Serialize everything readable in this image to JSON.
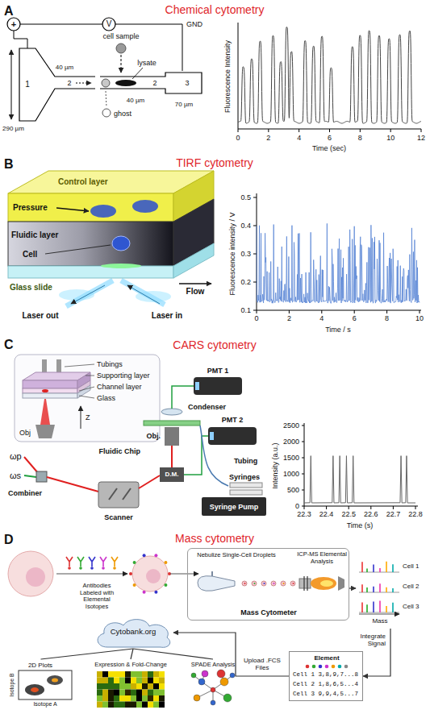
{
  "diagram": {
    "nodes": [
      {
        "text": [
          "Nebulize Single-Cell Droplets",
          "ICP-MS Elemental Analysis",
          "Mass Cytometer"
        ]
      },
      {
        "text": [
          "Cell 1",
          "Cell 2",
          "Cell 3",
          "Mass"
        ]
      },
      {
        "text": [
          "Element",
          "Cell 1 3,8,9,7...8",
          "Cell 2 1,8,6,5...4",
          "Cell 3 9,9,4,5...7"
        ]
      },
      {
        "text": [
          "Cytobank.org"
        ]
      },
      {
        "text": [
          "2D Plots",
          "Isotope B",
          "Isotope A"
        ]
      },
      {
        "text": [
          "Expression & Fold-Change"
        ]
      },
      {
        "text": [
          "SPADE Analysis"
        ]
      }
    ],
    "edges": [
      {
        "from": 0,
        "to": 1,
        "arrow": "to"
      },
      {
        "from": 1,
        "to": 2,
        "label": "Integrate Signal",
        "arrow": "to"
      },
      {
        "from": 2,
        "to": 3,
        "label": "Upload .FCS Files",
        "arrow": "to"
      },
      {
        "from": 3,
        "to": 4,
        "arrow": "none"
      },
      {
        "from": 3,
        "to": 5,
        "arrow": "none"
      },
      {
        "from": 3,
        "to": 6,
        "arrow": "none"
      }
    ],
    "labels": [
      "A",
      "Chemical cytometry",
      "+",
      "V",
      "GND",
      "cell sample",
      "1",
      "290 µm",
      "40 µm",
      "2",
      "lysate",
      "2",
      "3",
      "ghost",
      "40 µm",
      "70 µm",
      "Fluorescence Intensity",
      "0",
      "2",
      "4",
      "6",
      "8",
      "10",
      "12",
      "Time (sec)",
      "B",
      "TIRF cytometry",
      "Control layer",
      "Pressure",
      "Fluidic layer",
      "Cell",
      "Glass slide",
      "Flow",
      "Laser out",
      "Laser in",
      "Fluorescence intensity / V",
      "0.1",
      "0.2",
      "0.3",
      "0.4",
      "0.5",
      "0",
      "2",
      "4",
      "6",
      "8",
      "10",
      "Time / s",
      "C",
      "CARS cytometry",
      "Tubings",
      "Supporting layer",
      "Channel layer",
      "Glass",
      "Obj",
      "Z",
      "PMT 1",
      "Condenser",
      "PMT 2",
      "Fluidic Chip",
      "Obj.",
      "D.M.",
      "Tubing",
      "Syringes",
      "Syringe Pump",
      "ωp",
      "ωs",
      "Combiner",
      "Scanner",
      "Intensity (a.u.)",
      "0",
      "500",
      "1000",
      "1500",
      "2000",
      "2500",
      "22.3",
      "22.4",
      "22.5",
      "22.6",
      "22.7",
      "22.8",
      "Time (s)",
      "D",
      "Mass cytometry",
      "Antibodies Labeled with Elemental Isotopes"
    ]
  }
}
